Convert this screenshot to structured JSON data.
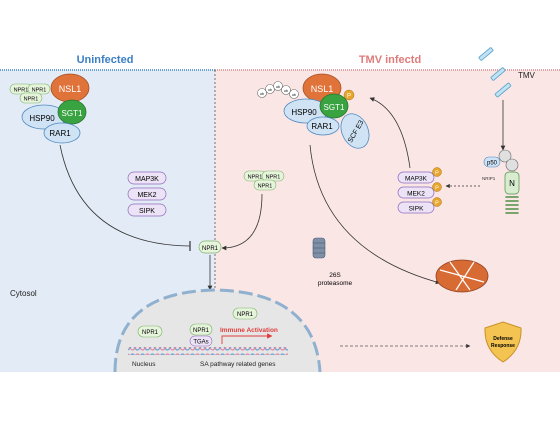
{
  "panels": {
    "left_title": "Uninfected",
    "right_title": "TMV infectd"
  },
  "labels": {
    "virus": "TMV",
    "cytosol": "Cytosol",
    "nucleus": "Nucleus",
    "sa_genes": "SA pathway related genes",
    "immune_activation": "Immune Activation",
    "proteasome": "26S\nproteasome",
    "defense": "Defense\nResponse"
  },
  "proteins": {
    "nsl1": "NSL1",
    "hsp90": "HSP90",
    "sgt1": "SGT1",
    "rar1": "RAR1",
    "scf_e3": "SCF E3",
    "npr1": "NPR1",
    "map3k": "MAP3K",
    "mek2": "MEK2",
    "sipk": "SIPK",
    "tgas": "TGAs",
    "p50": "p50",
    "nrip1": "NRIP1",
    "n": "N",
    "phospho": "P",
    "ub": "ub"
  },
  "colors": {
    "left_bg": "#e3ebf6",
    "right_bg": "#fbe6e6",
    "left_title": "#3b7fc4",
    "right_title": "#e07b7b",
    "nsl1": "#e0733a",
    "sgt1": "#3aa341",
    "hsp90": "#cfe3f5",
    "npr1": "#e6f4dc",
    "kinase": "#ece3f6",
    "phospho": "#e7a52c",
    "immune": "#e03c3c"
  }
}
